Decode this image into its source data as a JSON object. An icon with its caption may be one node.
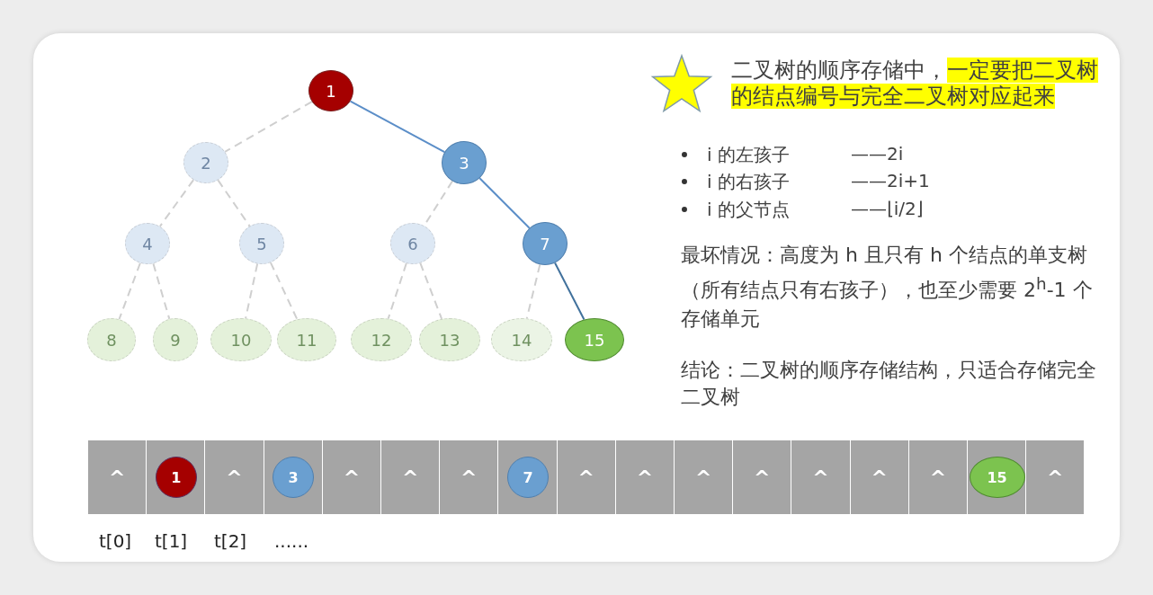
{
  "diagram": {
    "nodes": [
      {
        "text": [
          "1"
        ]
      },
      {
        "text": [
          "2"
        ]
      },
      {
        "text": [
          "3"
        ]
      },
      {
        "text": [
          "4"
        ]
      },
      {
        "text": [
          "5"
        ]
      },
      {
        "text": [
          "6"
        ]
      },
      {
        "text": [
          "7"
        ]
      },
      {
        "text": [
          "8"
        ]
      },
      {
        "text": [
          "9"
        ]
      },
      {
        "text": [
          "10"
        ]
      },
      {
        "text": [
          "11"
        ]
      },
      {
        "text": [
          "12"
        ]
      },
      {
        "text": [
          "13"
        ]
      },
      {
        "text": [
          "14"
        ]
      },
      {
        "text": [
          "15"
        ]
      },
      {
        "text": [
          "^"
        ]
      },
      {
        "text": [],
        "shape": "box"
      },
      {
        "text": [
          "^"
        ]
      },
      {
        "text": [],
        "shape": "box"
      },
      {
        "text": [
          "^"
        ]
      },
      {
        "text": [
          "^"
        ]
      },
      {
        "text": [
          "^"
        ]
      },
      {
        "text": [],
        "shape": "box"
      },
      {
        "text": [
          "^"
        ]
      },
      {
        "text": [
          "^"
        ]
      },
      {
        "text": [
          "^"
        ]
      },
      {
        "text": [
          "^"
        ]
      },
      {
        "text": [
          "^"
        ]
      },
      {
        "text": [
          "^"
        ]
      },
      {
        "text": [
          "^"
        ]
      },
      {
        "text": [],
        "shape": "box"
      },
      {
        "text": [
          "^"
        ]
      },
      {
        "text": [
          "1"
        ],
        "in": 16
      },
      {
        "text": [
          "3"
        ],
        "in": 18
      },
      {
        "text": [
          "7"
        ],
        "in": 22
      },
      {
        "text": [
          "15"
        ],
        "in": 30
      }
    ],
    "edges": [
      {
        "from": 0,
        "to": 1,
        "arrow": "none",
        "style": "dashed"
      },
      {
        "from": 0,
        "to": 2,
        "arrow": "none",
        "color": "#5b8ec8"
      },
      {
        "from": 1,
        "to": 3,
        "arrow": "none",
        "style": "dashed"
      },
      {
        "from": 1,
        "to": 4,
        "arrow": "none",
        "style": "dashed"
      },
      {
        "from": 2,
        "to": 5,
        "arrow": "none",
        "style": "dashed"
      },
      {
        "from": 2,
        "to": 6,
        "arrow": "none",
        "color": "#5b8ec8"
      },
      {
        "from": 3,
        "to": 7,
        "arrow": "none",
        "style": "dashed"
      },
      {
        "from": 3,
        "to": 8,
        "arrow": "none",
        "style": "dashed"
      },
      {
        "from": 4,
        "to": 9,
        "arrow": "none",
        "style": "dashed"
      },
      {
        "from": 4,
        "to": 10,
        "arrow": "none",
        "style": "dashed"
      },
      {
        "from": 5,
        "to": 11,
        "arrow": "none",
        "style": "dashed"
      },
      {
        "from": 5,
        "to": 12,
        "arrow": "none",
        "style": "dashed"
      },
      {
        "from": 6,
        "to": 13,
        "arrow": "none",
        "style": "dashed"
      },
      {
        "from": 6,
        "to": 14,
        "arrow": "none",
        "color": "#41719c"
      }
    ],
    "labels": [
      "二叉树的顺序存储中，",
      "一定要把二叉树的结点编号与完全二叉树对应起来",
      "i 的左孩子",
      "——2i",
      "i 的右孩子",
      "——2i+1",
      "i 的父节点",
      "——⌊i/2⌋",
      "最坏情况：高度为 h 且只有 h 个结点的单支树（所有结点只有右孩子），也至少需要 2$^{h}$-1 个存储单元",
      "结论：二叉树的顺序存储结构，只适合存储完全二叉树",
      "t[0]",
      "t[1]",
      "t[2]",
      "......"
    ]
  }
}
